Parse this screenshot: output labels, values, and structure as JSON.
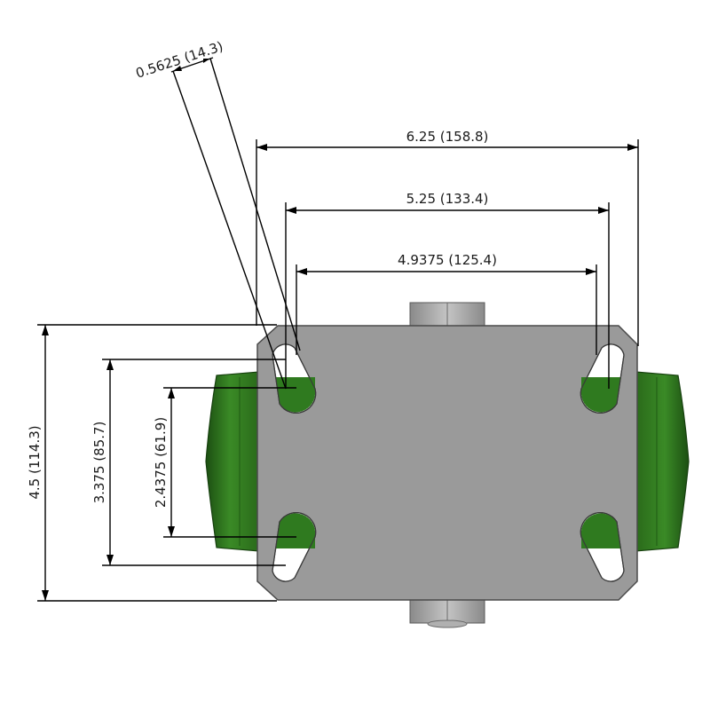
{
  "colors": {
    "background": "#ffffff",
    "plate": "#9a9a9a",
    "plate_outline": "#4a4a4a",
    "wheel_green": "#2f7a1f",
    "wheel_green_dark": "#1c4f12",
    "wheel_green_light": "#4a9a32",
    "bolt": "#a8a8a8",
    "bolt_dark": "#6a6a6a",
    "dimension_line": "#000000",
    "text": "#1a1a1a"
  },
  "dimensions": {
    "slot_width": "0.5625 (14.3)",
    "overall_width": "6.25 (158.8)",
    "bolt_spacing_outer_width": "5.25 (133.4)",
    "bolt_spacing_inner_width": "4.9375 (125.4)",
    "overall_height": "4.5 (114.3)",
    "bolt_spacing_outer_height": "3.375 (85.7)",
    "bolt_spacing_inner_height": "2.4375 (61.9)"
  }
}
